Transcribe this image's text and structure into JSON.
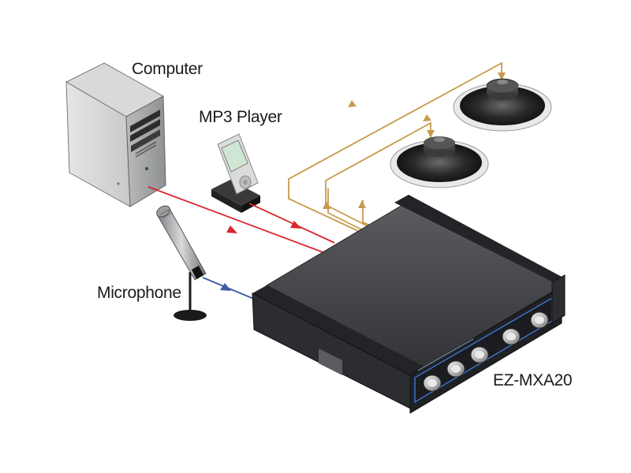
{
  "labels": {
    "computer": "Computer",
    "mp3_player": "MP3 Player",
    "microphone": "Microphone",
    "device_model": "EZ-MXA20"
  },
  "colors": {
    "audio_line": "#d8262b",
    "mic_line": "#3b5aa6",
    "speaker_line": "#c79a4a",
    "device_body": "#3b3d40",
    "device_front": "#2a2c2f",
    "device_trim": "#3f6fc4"
  },
  "icons": [
    "computer-tower-icon",
    "mp3-player-icon",
    "microphone-icon",
    "speaker-icon",
    "mixer-amplifier-icon"
  ]
}
